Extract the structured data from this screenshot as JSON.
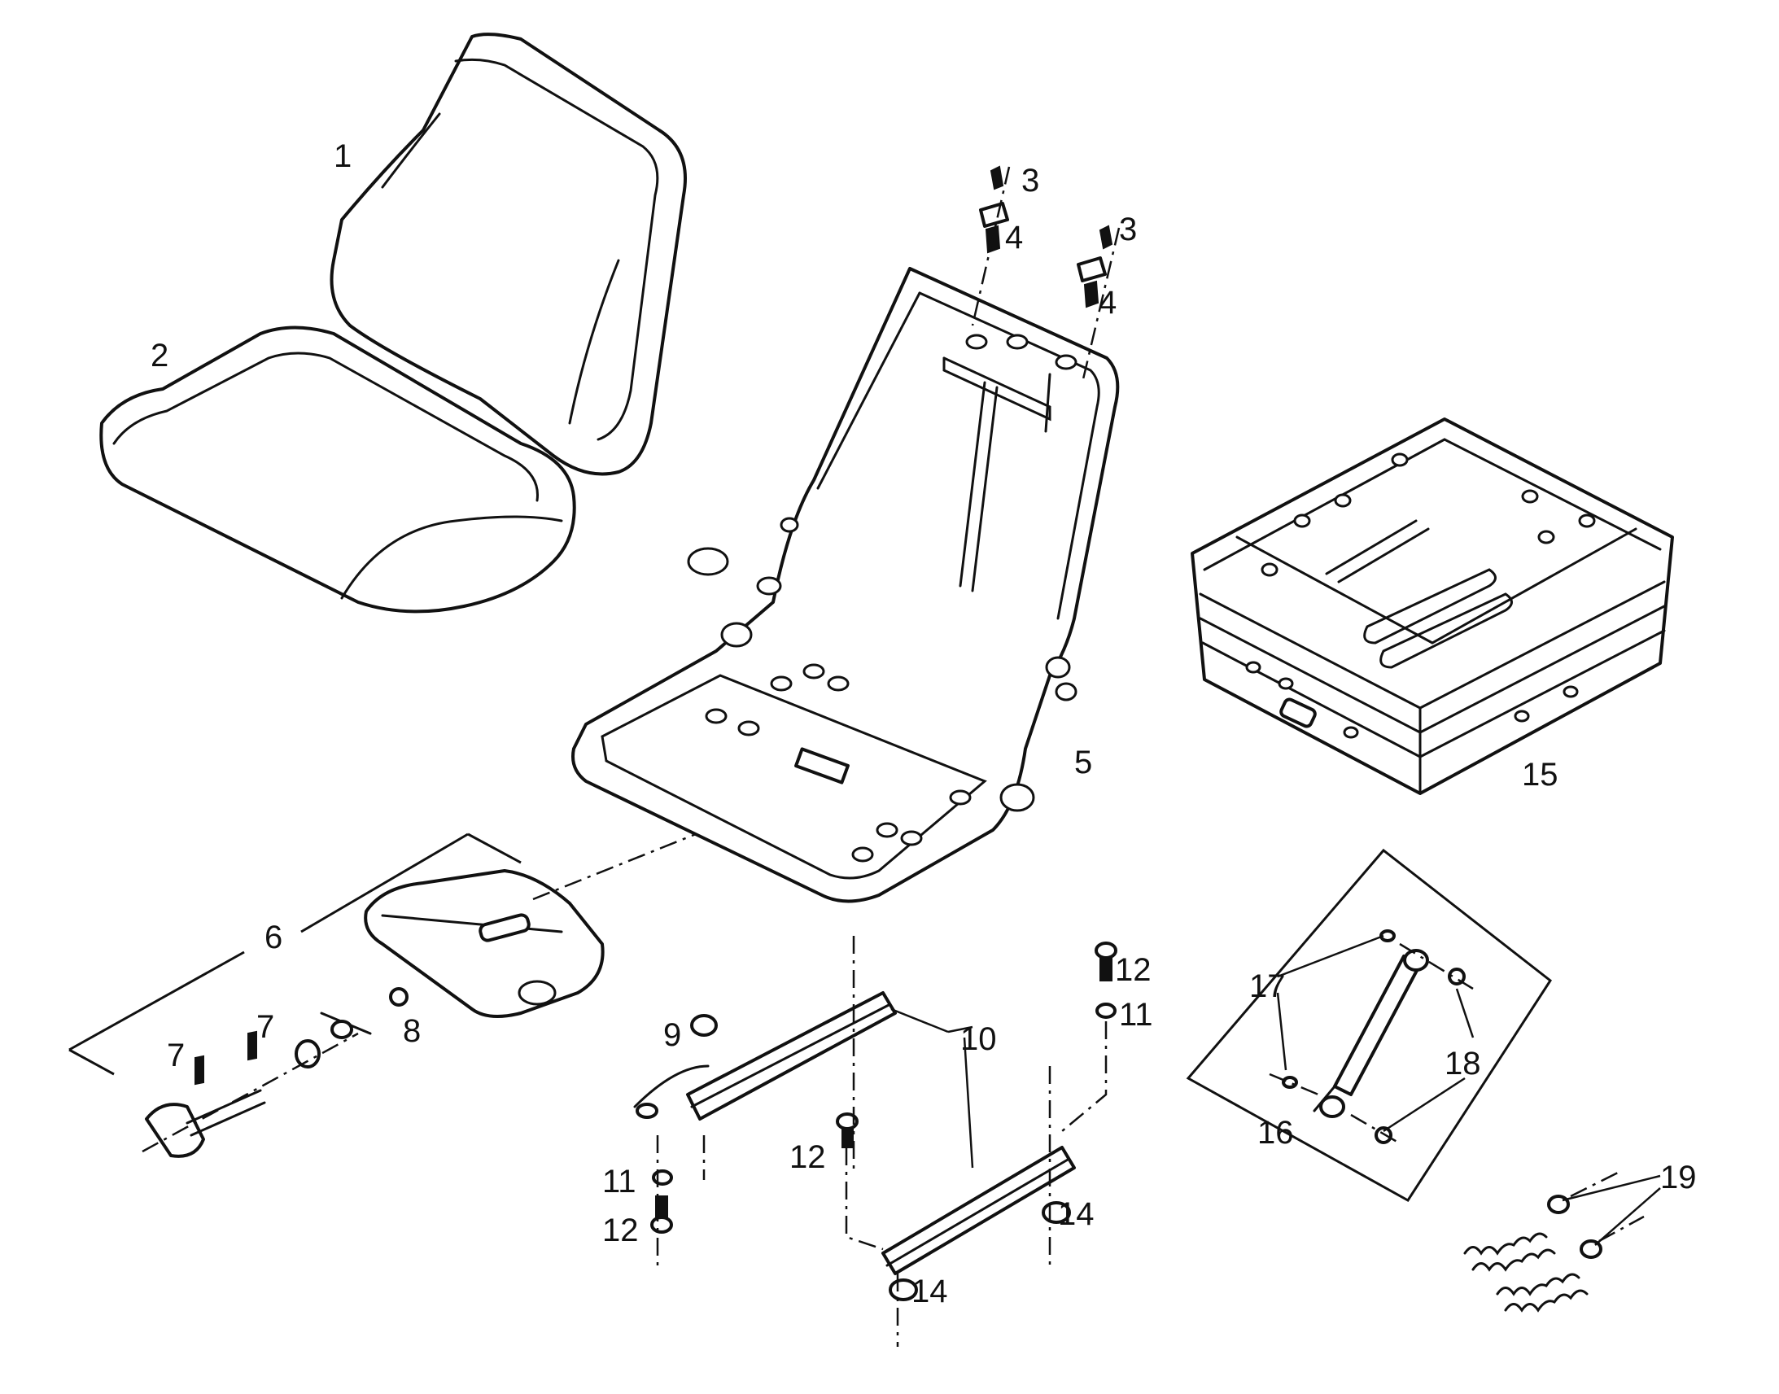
{
  "callouts": {
    "c1": "1",
    "c2": "2",
    "c3a": "3",
    "c3b": "3",
    "c4a": "4",
    "c4b": "4",
    "c5": "5",
    "c6": "6",
    "c7a": "7",
    "c7b": "7",
    "c8": "8",
    "c9": "9",
    "c10": "10",
    "c11a": "11",
    "c11b": "11",
    "c12a": "12",
    "c12b": "12",
    "c12c": "12",
    "c14a": "14",
    "c14b": "14",
    "c15": "15",
    "c16": "16",
    "c17": "17",
    "c18": "18",
    "c19": "19"
  }
}
